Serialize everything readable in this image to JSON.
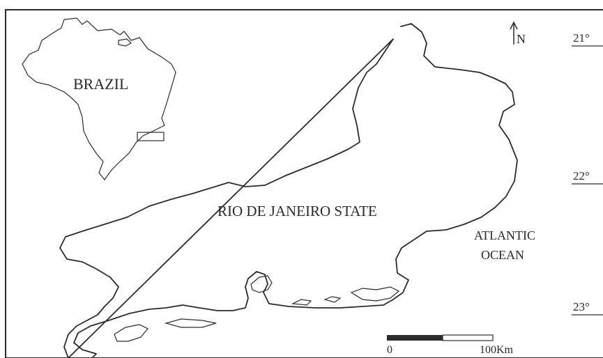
{
  "inset": {
    "label": "BRAZIL"
  },
  "state": {
    "label": "RIO DE JANEIRO STATE"
  },
  "ocean": {
    "line1": "ATLANTIC",
    "line2": "OCEAN"
  },
  "north_arrow": {
    "label": "N"
  },
  "latitudes": [
    {
      "label": "21°"
    },
    {
      "label": "22°"
    },
    {
      "label": "23°"
    }
  ],
  "scale_bar": {
    "start_label": "0",
    "end_label": "100Km"
  },
  "colors": {
    "line": "#2b2b2b",
    "background": "#ffffff"
  }
}
